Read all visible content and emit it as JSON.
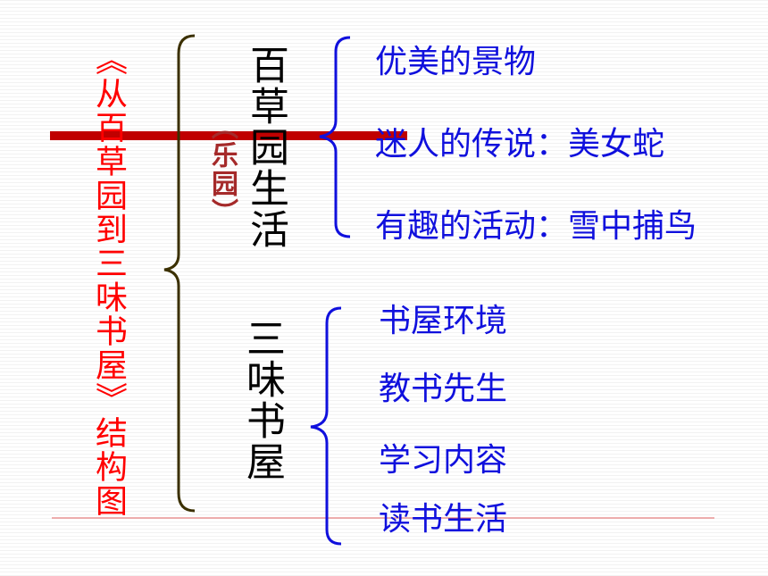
{
  "title": "《从百草园到三味书屋》结构图",
  "section1": {
    "heading": "百草园生活",
    "note": "（乐园）",
    "items": [
      "优美的景物",
      "迷人的传说：美女蛇",
      "有趣的活动：雪中捕鸟"
    ]
  },
  "section2": {
    "heading": "三味书屋",
    "items": [
      "书屋环境",
      "教书先生",
      "学习内容",
      "读书生活"
    ]
  },
  "colors": {
    "title": "#ff0000",
    "items": "#1010dd",
    "note": "#a52a2a",
    "main_brace": "#3b3000",
    "bar": "#c00000"
  }
}
